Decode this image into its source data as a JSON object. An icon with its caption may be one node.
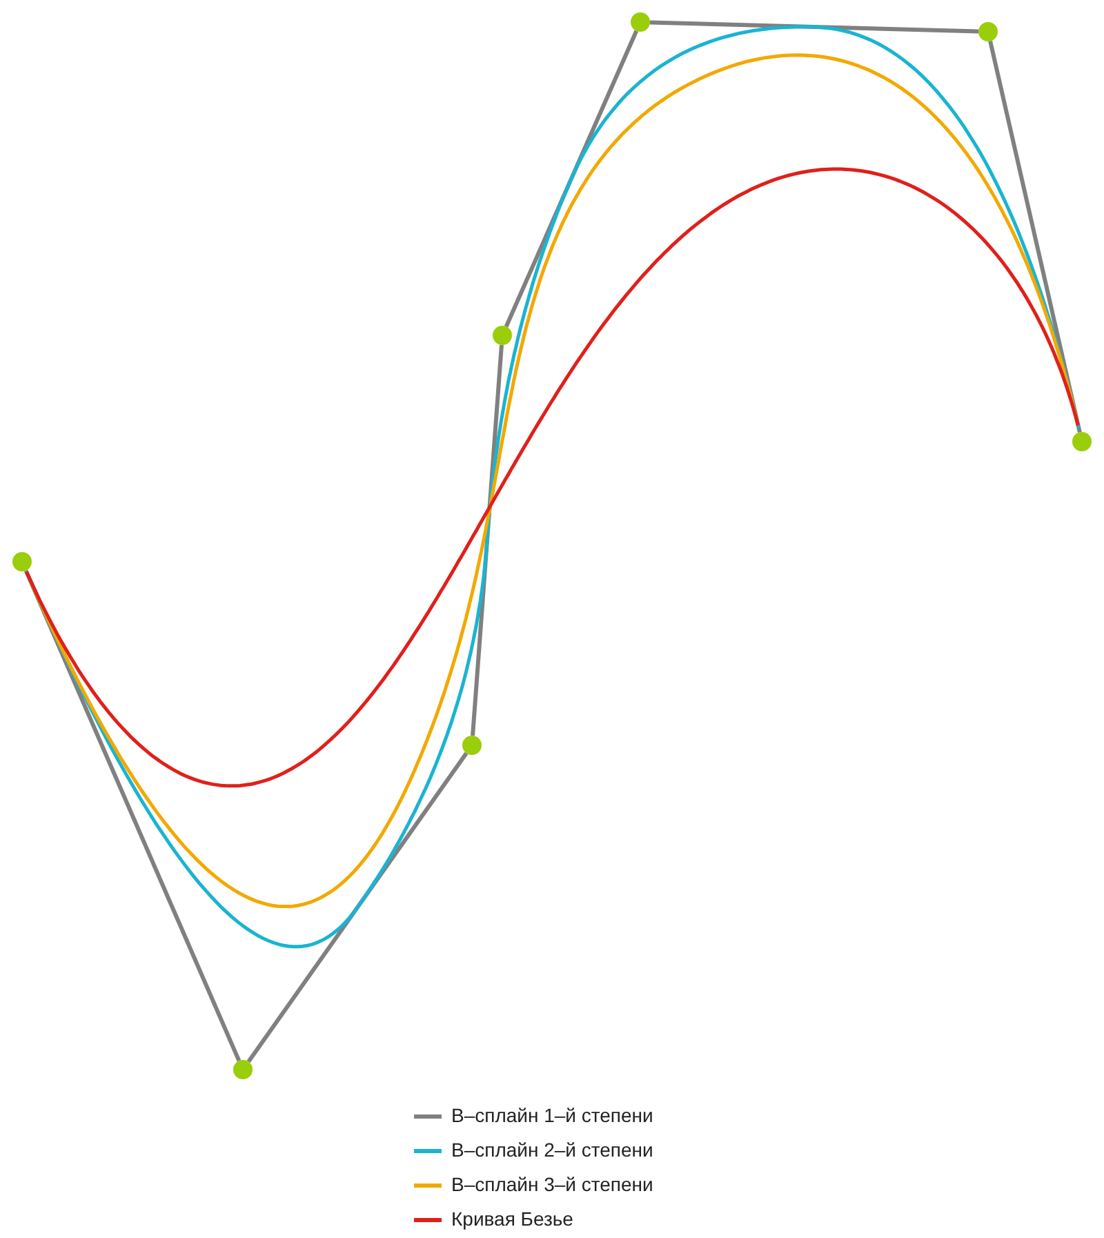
{
  "diagram": {
    "nodes": [
      {
        "text": [],
        "shape": "circle"
      },
      {
        "text": [],
        "shape": "circle"
      },
      {
        "text": [],
        "shape": "circle"
      },
      {
        "text": [],
        "shape": "circle"
      },
      {
        "text": [],
        "shape": "circle"
      },
      {
        "text": [],
        "shape": "circle"
      },
      {
        "text": [],
        "shape": "circle"
      }
    ],
    "edges": [
      {
        "from": 0,
        "to": 1,
        "arrow": "none"
      },
      {
        "from": 1,
        "to": 2,
        "arrow": "none"
      },
      {
        "from": 2,
        "to": 3,
        "arrow": "none"
      },
      {
        "from": 3,
        "to": 4,
        "arrow": "none"
      },
      {
        "from": 4,
        "to": 5,
        "arrow": "none"
      },
      {
        "from": 5,
        "to": 6,
        "arrow": "none"
      },
      {
        "from": 0,
        "to": 6,
        "arrow": "none",
        "color": "#1ab4d2"
      },
      {
        "from": 0,
        "to": 6,
        "arrow": "none",
        "color": "#f2a900"
      },
      {
        "from": 0,
        "to": 6,
        "arrow": "none",
        "color": "#e0201b"
      }
    ],
    "legend": [
      {
        "text": "B‒сплайн 1‒й степени"
      },
      {
        "text": "B‒сплайн 2‒й степени"
      },
      {
        "text": "B‒сплайн 3‒й степени"
      },
      {
        "text": "Кривая Безье"
      }
    ]
  }
}
